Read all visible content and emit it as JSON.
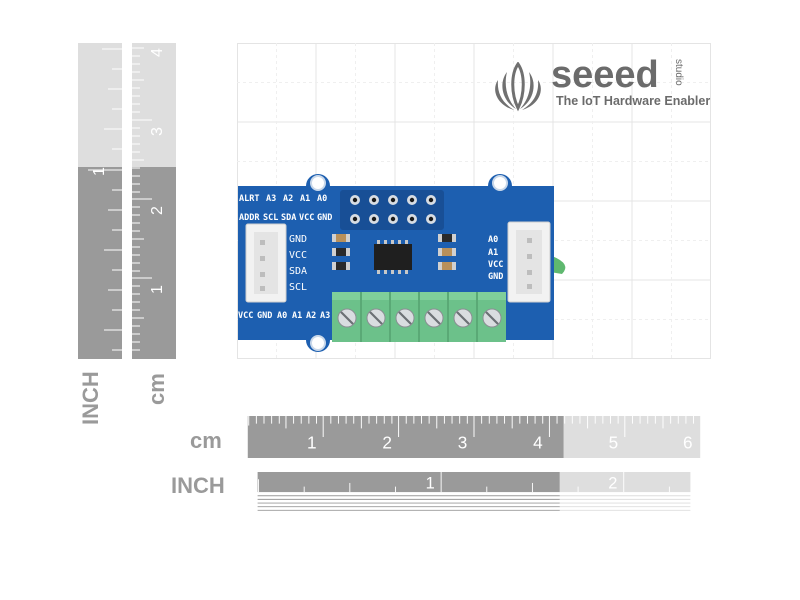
{
  "brand": {
    "wordmark": "seeed",
    "studio": "studio",
    "tagline": "The IoT Hardware Enabler"
  },
  "rulers": {
    "horizontal_cm_label": "cm",
    "horizontal_inch_label": "INCH",
    "vertical_inch_label": "INCH",
    "vertical_cm_label": "cm",
    "h_cm_numbers": [
      "1",
      "2",
      "3",
      "4",
      "5",
      "6"
    ],
    "h_inch_numbers": [
      "1",
      "2"
    ],
    "v_cm_numbers": [
      "1",
      "2",
      "3",
      "4"
    ],
    "v_inch_numbers": [
      "1"
    ]
  },
  "board": {
    "top_header_labels": [
      "ALRT",
      "A3",
      "A2",
      "A1",
      "A0"
    ],
    "second_row_labels": [
      "ADDR",
      "SCL",
      "SDA",
      "VCC",
      "GND"
    ],
    "left_connector_labels": [
      "GND",
      "VCC",
      "SDA",
      "SCL"
    ],
    "right_connector_labels": [
      "A0",
      "A1",
      "VCC",
      "GND"
    ],
    "bottom_labels": [
      "VCC",
      "GND",
      "A0",
      "A1",
      "A2",
      "A3"
    ],
    "colors": {
      "pcb": "#1d5fb0",
      "terminal": "#6cc18a",
      "connector": "#f2f2f2"
    }
  }
}
